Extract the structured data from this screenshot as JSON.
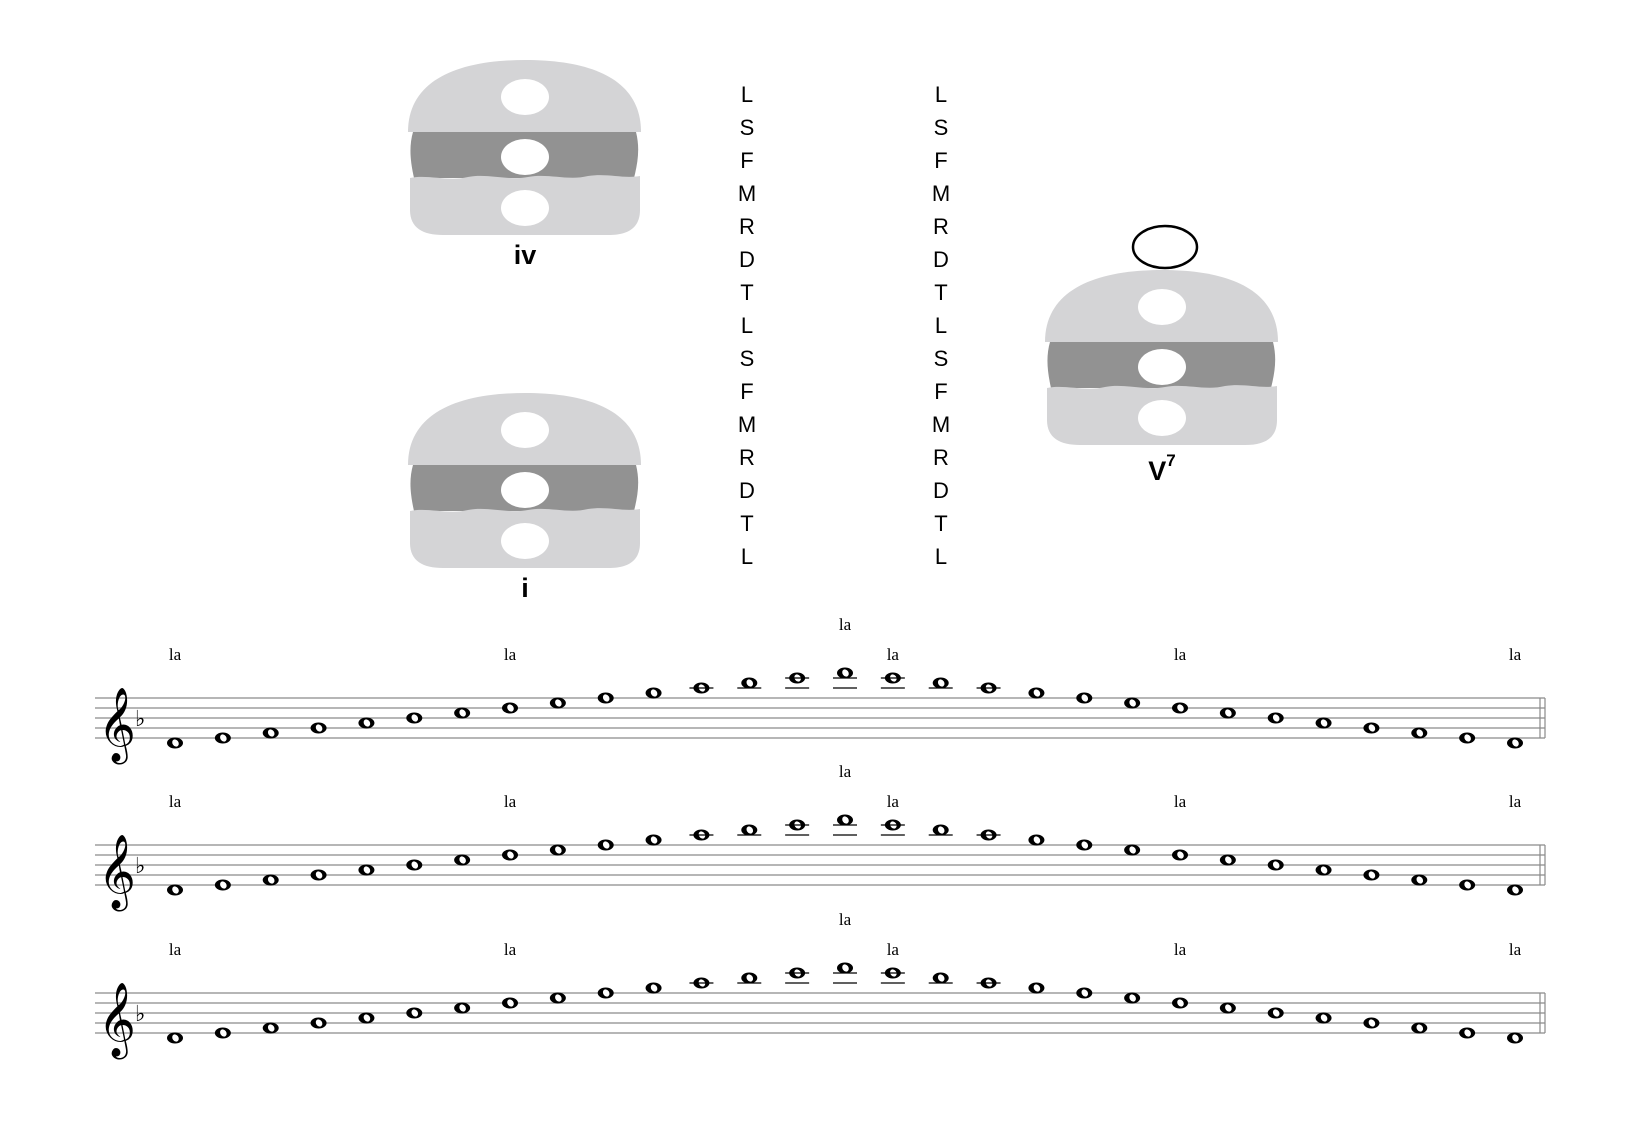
{
  "chords": {
    "iv": {
      "label": "iv",
      "sup": ""
    },
    "i": {
      "label": "i",
      "sup": ""
    },
    "v7": {
      "label": "V",
      "sup": "7"
    }
  },
  "solfa_columns": [
    [
      "L",
      "S",
      "F",
      "M",
      "R",
      "D",
      "T",
      "L",
      "S",
      "F",
      "M",
      "R",
      "D",
      "T",
      "L"
    ],
    [
      "L",
      "S",
      "F",
      "M",
      "R",
      "D",
      "T",
      "L",
      "S",
      "F",
      "M",
      "R",
      "D",
      "T",
      "L"
    ]
  ],
  "staves": [
    {
      "lyrics": [
        "la",
        "la",
        "la",
        "la",
        "la",
        "la"
      ]
    },
    {
      "lyrics": [
        "la",
        "la",
        "la",
        "la",
        "la",
        "la"
      ]
    },
    {
      "lyrics": [
        "la",
        "la",
        "la",
        "la",
        "la",
        "la"
      ]
    }
  ],
  "scale_pattern": {
    "steps_from_low_la": [
      0,
      1,
      2,
      3,
      4,
      5,
      6,
      7,
      8,
      9,
      10,
      11,
      12,
      13,
      14,
      13,
      12,
      11,
      10,
      9,
      8,
      7,
      6,
      5,
      4,
      3,
      2,
      1,
      0
    ],
    "lyric_note_indexes": [
      0,
      7,
      14,
      15,
      21,
      28
    ]
  },
  "colors": {
    "bun": "#d4d4d6",
    "patty": "#929292",
    "hole": "#ffffff",
    "ink": "#000000",
    "staff_line": "#8a8a8a"
  },
  "key_signature": "F major / D minor (one flat)",
  "clef": "treble"
}
